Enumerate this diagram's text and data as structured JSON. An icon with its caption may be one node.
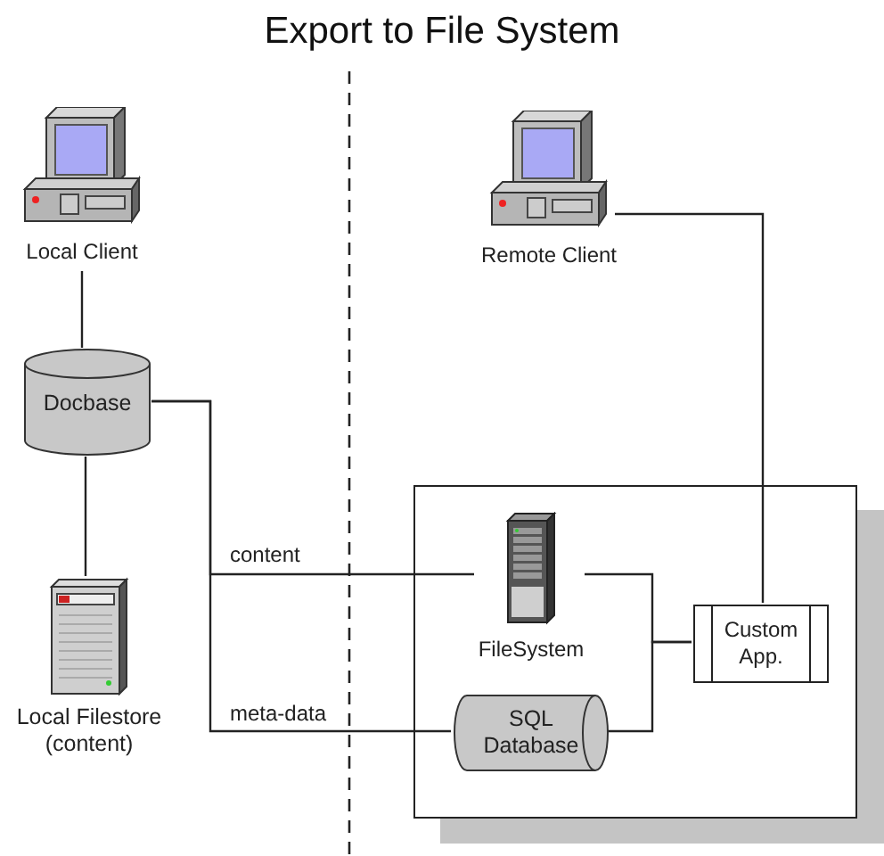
{
  "diagram": {
    "title": "Export to File System",
    "nodes": [
      {
        "text": [
          "Local Client"
        ]
      },
      {
        "text": [
          "Docbase"
        ]
      },
      {
        "text": [
          "Local Filestore (content)"
        ]
      },
      {
        "text": [
          "Remote Client"
        ]
      },
      {
        "text": [],
        "shape": "box"
      },
      {
        "text": [
          "FileSystem"
        ],
        "in": 4
      },
      {
        "text": [
          "SQL Database"
        ],
        "in": 4
      },
      {
        "text": [
          "Custom App."
        ],
        "in": 4
      }
    ],
    "edges": [
      {
        "from": 0,
        "to": 1,
        "arrow": "none"
      },
      {
        "from": 1,
        "to": 2,
        "arrow": "none"
      },
      {
        "from": 1,
        "to": 5,
        "label": "content",
        "arrow": "none"
      },
      {
        "from": 1,
        "to": 6,
        "label": "meta-data",
        "arrow": "none"
      },
      {
        "from": 5,
        "to": 7,
        "arrow": "none"
      },
      {
        "from": 6,
        "to": 7,
        "arrow": "none"
      },
      {
        "from": 3,
        "to": 7,
        "arrow": "none"
      }
    ]
  }
}
